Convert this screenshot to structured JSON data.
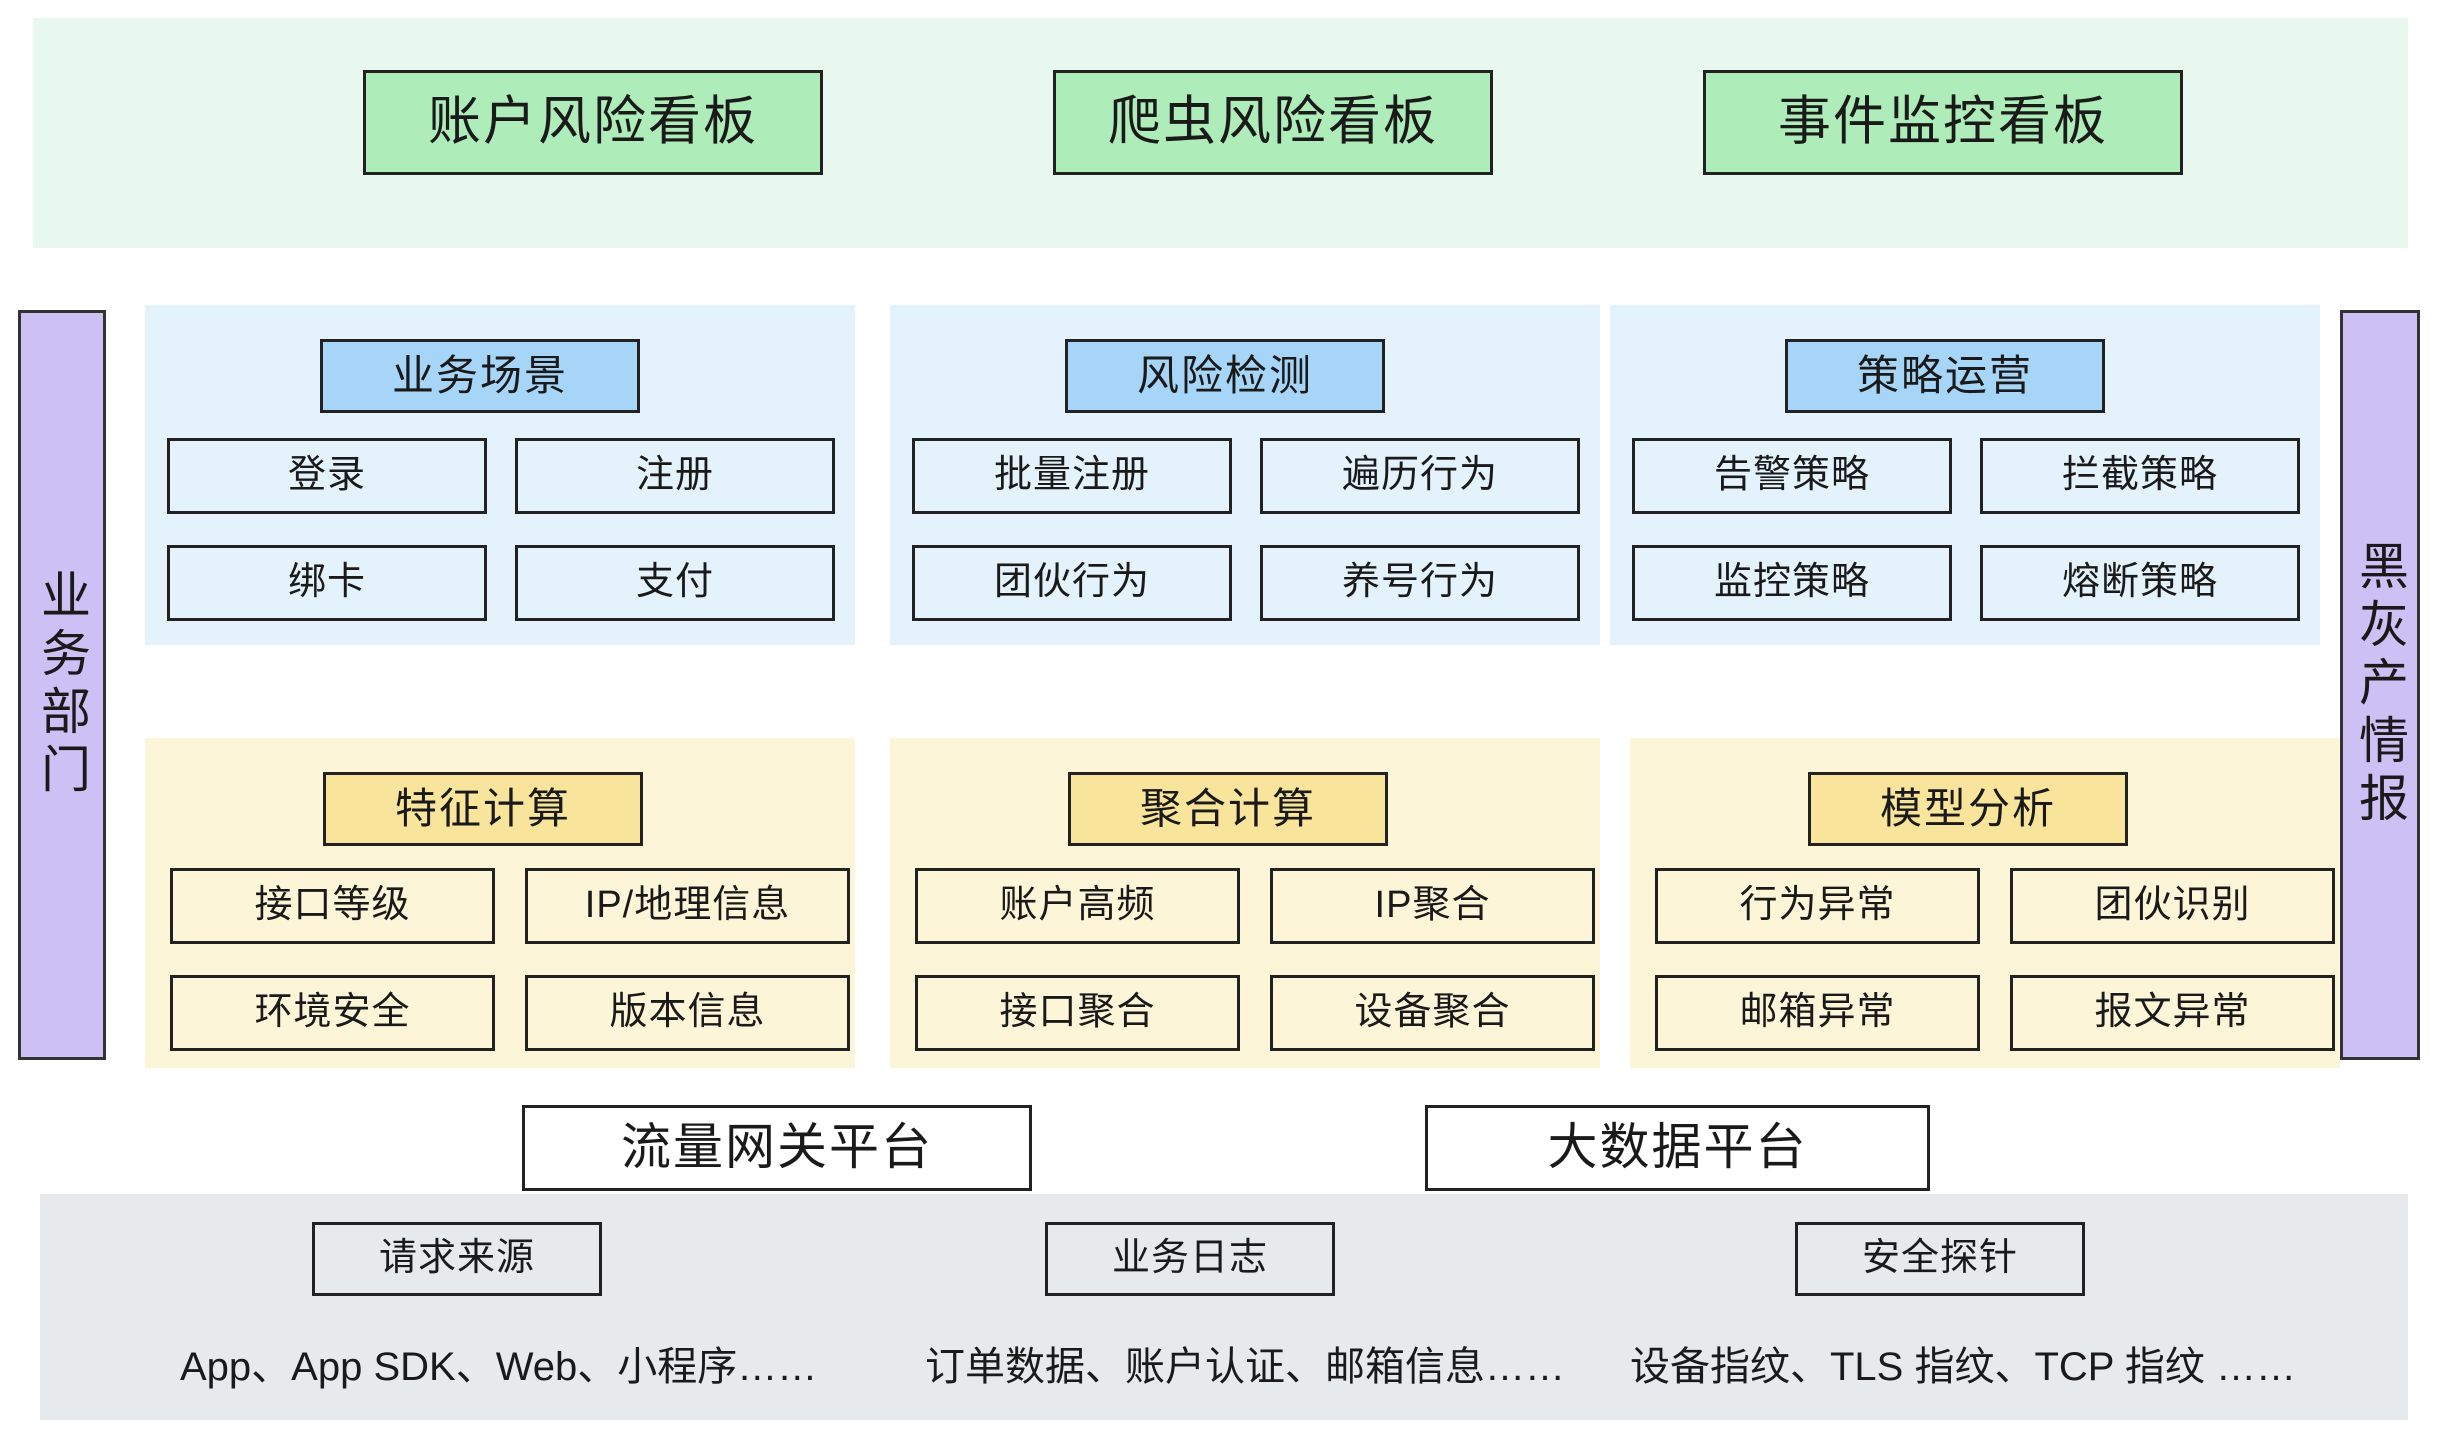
{
  "dashboard_band": {
    "background": "#e8f8ee",
    "cards": [
      {
        "label": "账户风险看板"
      },
      {
        "label": "爬虫风险看板"
      },
      {
        "label": "事件监控看板"
      }
    ]
  },
  "rails": {
    "left": {
      "label": "业务部门",
      "color": "#ccc0f5"
    },
    "right": {
      "label": "黑灰产情报",
      "color": "#ccc0f5"
    }
  },
  "capability_row": {
    "background": "#e4f2fc",
    "title_color": "#a6d5f7",
    "panels": [
      {
        "title": "业务场景",
        "items": [
          "登录",
          "注册",
          "绑卡",
          "支付"
        ]
      },
      {
        "title": "风险检测",
        "items": [
          "批量注册",
          "遍历行为",
          "团伙行为",
          "养号行为"
        ]
      },
      {
        "title": "策略运营",
        "items": [
          "告警策略",
          "拦截策略",
          "监控策略",
          "熔断策略"
        ]
      }
    ]
  },
  "compute_row": {
    "background": "#fcf5d8",
    "title_color": "#f8e49a",
    "panels": [
      {
        "title": "特征计算",
        "items": [
          "接口等级",
          "IP/地理信息",
          "环境安全",
          "版本信息"
        ]
      },
      {
        "title": "聚合计算",
        "items": [
          "账户高频",
          "IP聚合",
          "接口聚合",
          "设备聚合"
        ]
      },
      {
        "title": "模型分析",
        "items": [
          "行为异常",
          "团伙识别",
          "邮箱异常",
          "报文异常"
        ]
      }
    ]
  },
  "platforms": [
    {
      "label": "流量网关平台"
    },
    {
      "label": "大数据平台"
    }
  ],
  "source_band": {
    "background": "#e6eaed",
    "columns": [
      {
        "chip": "请求来源",
        "description": "App、App SDK、Web、小程序……"
      },
      {
        "chip": "业务日志",
        "description": "订单数据、账户认证、邮箱信息……"
      },
      {
        "chip": "安全探针",
        "description": "设备指纹、TLS 指纹、TCP 指纹 ……"
      }
    ]
  }
}
